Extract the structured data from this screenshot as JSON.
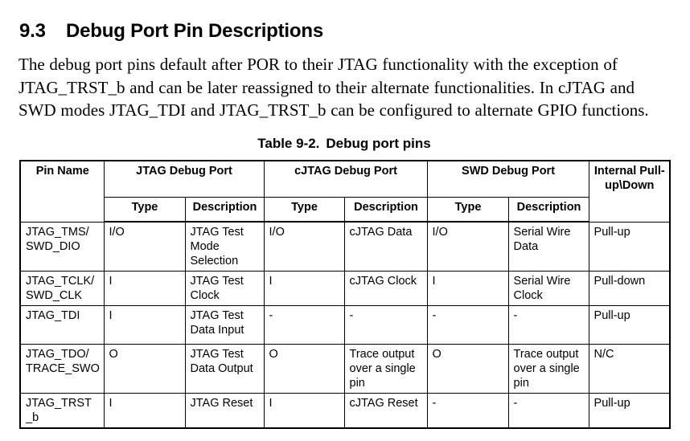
{
  "heading": {
    "number": "9.3",
    "title": "Debug Port Pin Descriptions"
  },
  "paragraph": "The debug port pins default after POR to their JTAG functionality with the exception of JTAG_TRST_b and can be later reassigned to their alternate functionalities. In cJTAG and SWD modes JTAG_TDI and JTAG_TRST_b can be configured to alternate GPIO functions.",
  "table": {
    "caption_label": "Table 9-2.",
    "caption_title": "Debug port pins",
    "group_headers": {
      "pin_name": "Pin Name",
      "jtag": "JTAG Debug Port",
      "cjtag": "cJTAG Debug Port",
      "swd": "SWD Debug Port",
      "pull": "Internal Pull-up\\Down"
    },
    "sub_headers": {
      "jtag_type": "Type",
      "jtag_desc": "Description",
      "cjtag_type": "Type",
      "cjtag_desc": "Description",
      "swd_type": "Type",
      "swd_desc": "Description"
    },
    "rows": [
      {
        "pin_name": "JTAG_TMS/ SWD_DIO",
        "jtag_type": "I/O",
        "jtag_desc": "JTAG Test Mode Selection",
        "cjtag_type": "I/O",
        "cjtag_desc": "cJTAG Data",
        "swd_type": "I/O",
        "swd_desc": "Serial Wire Data",
        "pull": "Pull-up"
      },
      {
        "pin_name": "JTAG_TCLK/ SWD_CLK",
        "jtag_type": "I",
        "jtag_desc": "JTAG Test Clock",
        "cjtag_type": "I",
        "cjtag_desc": "cJTAG Clock",
        "swd_type": "I",
        "swd_desc": "Serial Wire Clock",
        "pull": "Pull-down"
      },
      {
        "pin_name": "JTAG_TDI",
        "jtag_type": "I",
        "jtag_desc": "JTAG Test Data Input",
        "cjtag_type": "-",
        "cjtag_desc": "-",
        "swd_type": "-",
        "swd_desc": "-",
        "pull": "Pull-up"
      },
      {
        "pin_name": "JTAG_TDO/ TRACE_SWO",
        "jtag_type": "O",
        "jtag_desc": "JTAG Test Data Output",
        "cjtag_type": "O",
        "cjtag_desc": "Trace output over a single pin",
        "swd_type": "O",
        "swd_desc": "Trace output over a single pin",
        "pull": "N/C"
      },
      {
        "pin_name": "JTAG_TRST _b",
        "jtag_type": "I",
        "jtag_desc": "JTAG Reset",
        "cjtag_type": "I",
        "cjtag_desc": "cJTAG Reset",
        "swd_type": "-",
        "swd_desc": "-",
        "pull": "Pull-up"
      }
    ]
  }
}
